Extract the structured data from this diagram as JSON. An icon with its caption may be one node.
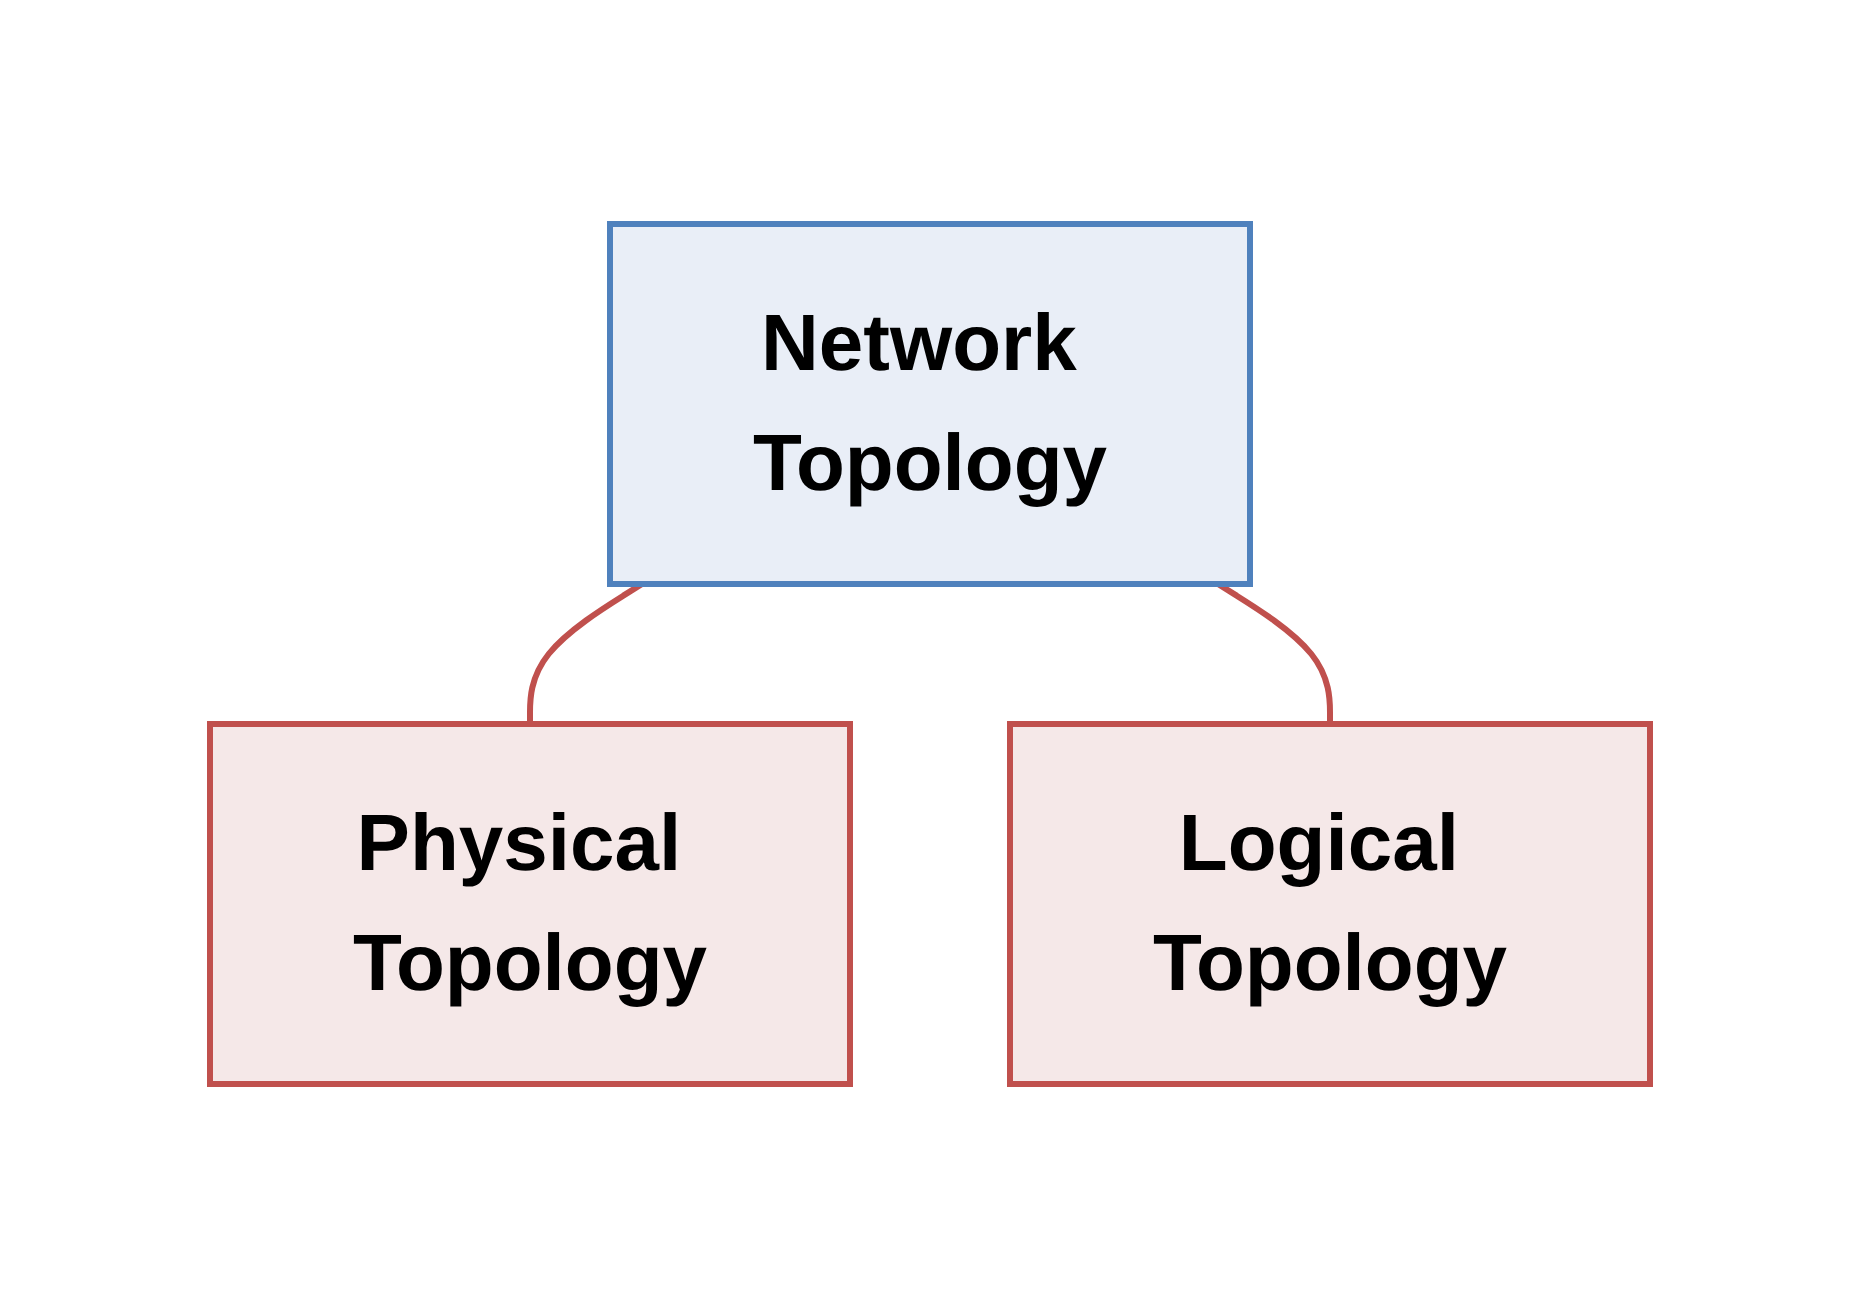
{
  "diagram": {
    "nodes": [
      {
        "text": [
          "Network Topology"
        ]
      },
      {
        "text": [
          "Physical Topology"
        ]
      },
      {
        "text": [
          "Logical Topology"
        ]
      }
    ],
    "edges": [
      {
        "from": 0,
        "to": 1,
        "arrow": "none"
      },
      {
        "from": 0,
        "to": 2,
        "arrow": "none"
      }
    ]
  }
}
